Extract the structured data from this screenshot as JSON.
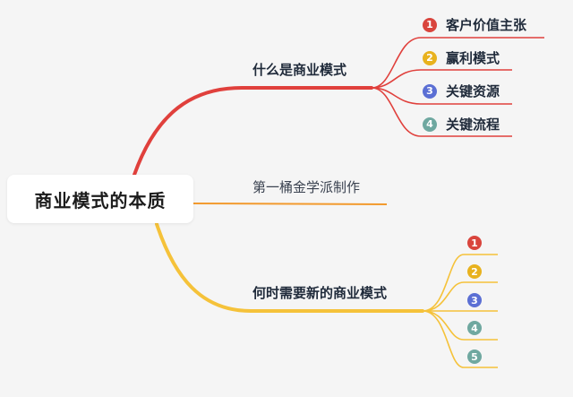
{
  "root": {
    "label": "商业模式的本质"
  },
  "branches": [
    {
      "label": "什么是商业模式",
      "color": "#e0403c",
      "children": [
        {
          "num": "1",
          "label": "客户价值主张",
          "badge_color": "#d9453d"
        },
        {
          "num": "2",
          "label": "赢利模式",
          "badge_color": "#e8b21e"
        },
        {
          "num": "3",
          "label": "关键资源",
          "badge_color": "#5b6fd4"
        },
        {
          "num": "4",
          "label": "关键流程",
          "badge_color": "#6fa8a0"
        }
      ]
    },
    {
      "label": "第一桶金学派制作",
      "color": "#f29a2e",
      "children": []
    },
    {
      "label": "何时需要新的商业模式",
      "color": "#f5c23a",
      "children": [
        {
          "num": "1",
          "label": "",
          "badge_color": "#d9453d"
        },
        {
          "num": "2",
          "label": "",
          "badge_color": "#e8b21e"
        },
        {
          "num": "3",
          "label": "",
          "badge_color": "#5b6fd4"
        },
        {
          "num": "4",
          "label": "",
          "badge_color": "#6fa8a0"
        },
        {
          "num": "5",
          "label": "",
          "badge_color": "#6fa8a0"
        }
      ]
    }
  ]
}
